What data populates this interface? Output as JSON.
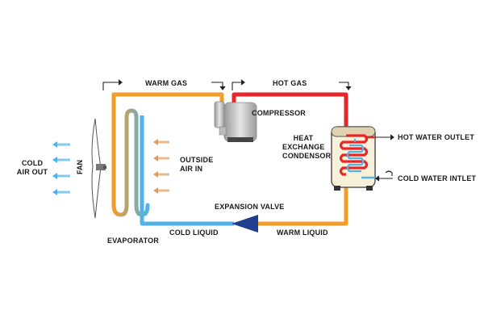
{
  "labels": {
    "warm_gas": "WARM GAS",
    "hot_gas": "HOT GAS",
    "compressor": "COMPRESSOR",
    "heat_exchange_condensor": "HEAT\nEXCHANGE\nCONDENSOR",
    "hot_water_outlet": "HOT WATER OUTLET",
    "cold_water_intlet": "COLD WATER INTLET",
    "cold_air_out": "COLD\nAIR OUT",
    "fan": "FAN",
    "outside_air_in": "OUTSIDE\nAIR IN",
    "expansion_valve": "EXPANSION VALVE",
    "evaporator": "EVAPORATOR",
    "cold_liquid": "COLD LIQUID",
    "warm_liquid": "WARM LIQUID"
  },
  "colors": {
    "warm_pipe": "#f39c2a",
    "hot_pipe": "#e8262a",
    "cold_pipe": "#4fb3e8",
    "valve": "#1e3f8f",
    "cold_air": "#4fb3e8",
    "outside_air": "#e89a5a",
    "tank_fill": "#f8f0d8",
    "component_grey": "#c9c9c9"
  }
}
